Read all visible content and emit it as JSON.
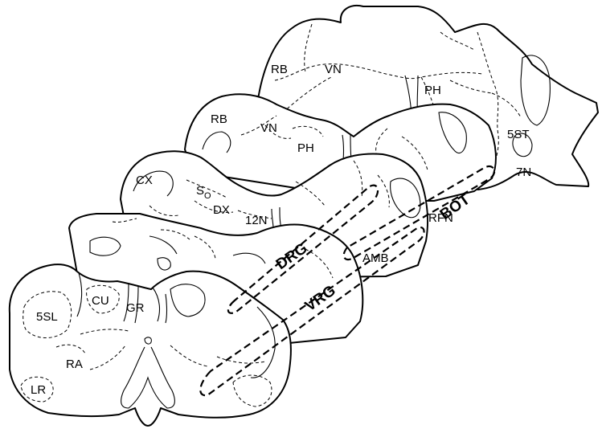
{
  "labels": {
    "rb_top": "RB",
    "vn_top": "VN",
    "ph_top": "PH",
    "rb_mid": "RB",
    "vn_mid": "VN",
    "ph_mid": "PH",
    "st5": "5ST",
    "n7": "7N",
    "cx": "CX",
    "so": "S",
    "so_sub": "O",
    "dx": "DX",
    "n12": "12N",
    "rfn": "RFN",
    "amb": "AMB",
    "sl5": "5SL",
    "cu": "CU",
    "gr": "GR",
    "ra": "RA",
    "lr": "LR"
  },
  "groups": {
    "bot": "BOT",
    "drg": "DRG",
    "vrg": "VRG"
  }
}
